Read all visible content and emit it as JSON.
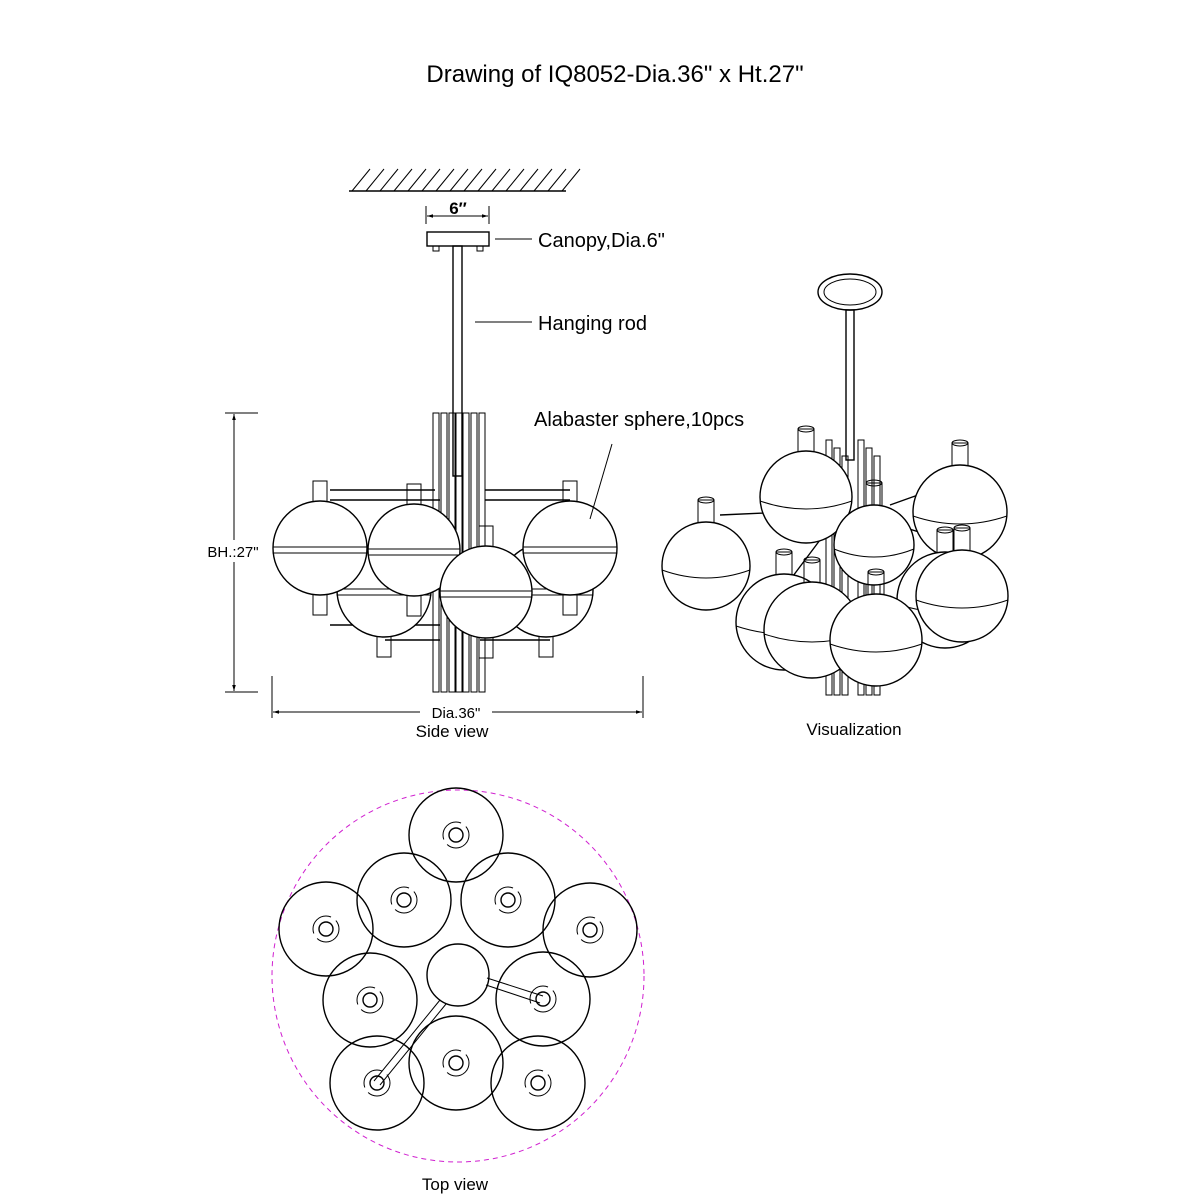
{
  "title": "Drawing of IQ8052-Dia.36\" x Ht.27\"",
  "side_view": {
    "canopy_dim": "6″",
    "canopy_label": "Canopy,Dia.6\"",
    "rod_label": "Hanging rod",
    "sphere_label": "Alabaster sphere,10pcs",
    "height_label": "BH.:27\"",
    "width_label": "Dia.36\"",
    "caption": "Side view"
  },
  "visualization": {
    "caption": "Visualization"
  },
  "top_view": {
    "caption": "Top view"
  },
  "colors": {
    "line": "#000000",
    "outline_dashed": "#d020d0"
  }
}
